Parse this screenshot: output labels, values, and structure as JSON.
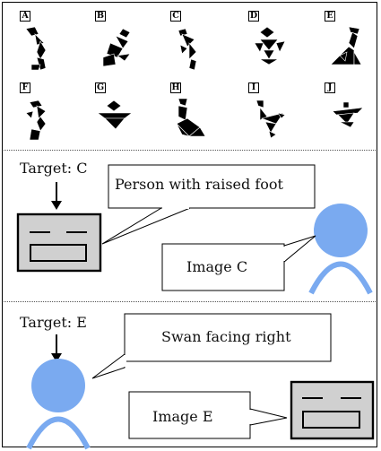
{
  "panels": [
    {
      "letter": "A"
    },
    {
      "letter": "B"
    },
    {
      "letter": "C"
    },
    {
      "letter": "D"
    },
    {
      "letter": "E"
    },
    {
      "letter": "F"
    },
    {
      "letter": "G"
    },
    {
      "letter": "H"
    },
    {
      "letter": "I"
    },
    {
      "letter": "J"
    }
  ],
  "scene1": {
    "target_label": "Target: C",
    "speech_robot": "Person with raised foot",
    "speech_human": "Image C"
  },
  "scene2": {
    "target_label": "Target: E",
    "speech_human": "Swan facing right",
    "speech_robot": "Image E"
  },
  "colors": {
    "human": "#7aaaf0",
    "robot_fill": "#d0d0d0",
    "ink": "#000000"
  }
}
